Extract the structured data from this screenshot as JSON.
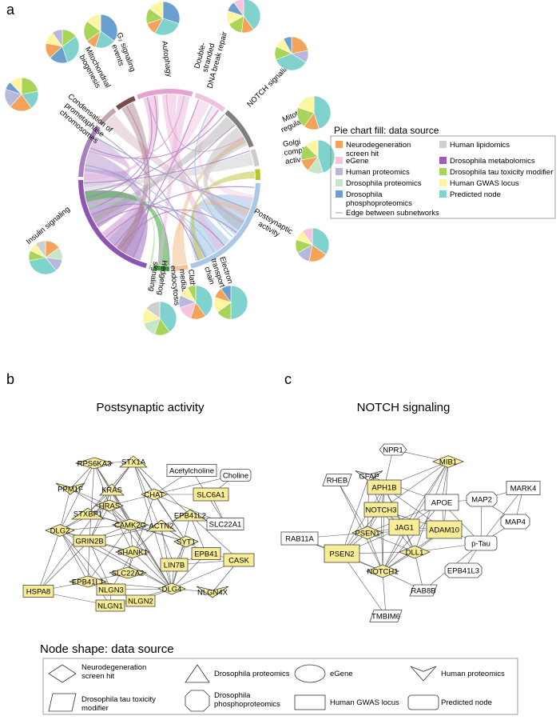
{
  "panel_labels": {
    "a": "a",
    "b": "b",
    "c": "c"
  },
  "colors": {
    "neuro": "#f3a45a",
    "egene": "#f7c4dd",
    "hprot": "#b8b7dc",
    "dprot": "#c7e6c9",
    "dphos": "#6b9fcf",
    "lipid": "#cfcfcf",
    "metab": "#a05cb6",
    "tau": "#a8d45a",
    "gwas": "#fdf5a0",
    "pred": "#7fd3cc",
    "edge": "#c9b8df",
    "node_fill": "#f7ec98"
  },
  "panel_a": {
    "segments": [
      {
        "label": "Insulin signaling",
        "start": 195,
        "end": 270,
        "color": "#8e55b0"
      },
      {
        "label": "Condensation of prometaphase chromosomes",
        "start": 272,
        "end": 307,
        "color": "#a97fc0"
      },
      {
        "label": "Mitochondrial biogenesis",
        "start": 309,
        "end": 322,
        "color": "#c5a4b2"
      },
      {
        "label": "G₂ signaling events",
        "start": 324,
        "end": 337,
        "color": "#7d4a4a"
      },
      {
        "label": "Autophagy",
        "start": 339,
        "end": 375,
        "color": "#e4a1d2"
      },
      {
        "label": "Double-stranded DNA break repair",
        "start": 377,
        "end": 398,
        "color": "#f0c2e0"
      },
      {
        "label": "NOTCH signaling",
        "start": 400,
        "end": 428,
        "color": "#7f7f7f"
      },
      {
        "label": "Mitotic regulation",
        "start": 430,
        "end": 441,
        "color": "#cccccc"
      },
      {
        "label": "Golgi complex activity",
        "start": 443,
        "end": 450,
        "color": "#bcc22a"
      },
      {
        "label": "Postsynaptic activity",
        "start": 452,
        "end": 526,
        "color": "#a8c8e6"
      },
      {
        "label": "Electron transport chain",
        "start": 528,
        "end": 538,
        "color": "#f4c494"
      },
      {
        "label": "Clathrin-mediated endocytosis",
        "start": 540,
        "end": 550,
        "color": "#3a9a3a"
      },
      {
        "label": "Hedgehog signaling",
        "start": 552,
        "end": 553,
        "color": "#98d070"
      }
    ],
    "segment_labels": [
      {
        "key": "insulin",
        "lines": [
          "Insulin signaling"
        ]
      },
      {
        "key": "condensation",
        "lines": [
          "Condensation of",
          "prometaphase",
          "chromosomes"
        ]
      },
      {
        "key": "mito",
        "lines": [
          "Mitochondrial",
          "biogenesis"
        ]
      },
      {
        "key": "g2",
        "lines": [
          "G₂ signaling",
          "events"
        ]
      },
      {
        "key": "autophagy",
        "lines": [
          "Autophagy"
        ]
      },
      {
        "key": "dsb",
        "lines": [
          "Double-",
          "stranded",
          "DNA break repair"
        ]
      },
      {
        "key": "notch",
        "lines": [
          "NOTCH signaling"
        ]
      },
      {
        "key": "mitotic",
        "lines": [
          "Mitotic",
          "regulation"
        ]
      },
      {
        "key": "golgi",
        "lines": [
          "Golgi",
          "complex",
          "activity"
        ]
      },
      {
        "key": "postsyn",
        "lines": [
          "Postsynaptic",
          "activity"
        ]
      },
      {
        "key": "etc",
        "lines": [
          "Electron",
          "transport",
          "chain"
        ]
      },
      {
        "key": "clathrin",
        "lines": [
          "Clathrin-",
          "mediated",
          "endocytosis"
        ]
      },
      {
        "key": "hedgehog",
        "lines": [
          "Hedgehog",
          "signaling"
        ]
      }
    ],
    "pies": [
      {
        "key": "insulin",
        "slices": [
          [
            "neuro",
            0.15
          ],
          [
            "dprot",
            0.12
          ],
          [
            "hprot",
            0.12
          ],
          [
            "pred",
            0.33
          ],
          [
            "tau",
            0.1
          ],
          [
            "gwas",
            0.08
          ],
          [
            "lipid",
            0.1
          ]
        ]
      },
      {
        "key": "condensation",
        "slices": [
          [
            "tau",
            0.22
          ],
          [
            "pred",
            0.18
          ],
          [
            "neuro",
            0.22
          ],
          [
            "hprot",
            0.18
          ],
          [
            "dphos",
            0.08
          ],
          [
            "gwas",
            0.12
          ]
        ]
      },
      {
        "key": "mito",
        "slices": [
          [
            "tau",
            0.15
          ],
          [
            "pred",
            0.3
          ],
          [
            "dphos",
            0.18
          ],
          [
            "neuro",
            0.15
          ],
          [
            "gwas",
            0.12
          ],
          [
            "hprot",
            0.1
          ]
        ]
      },
      {
        "key": "g2",
        "slices": [
          [
            "dphos",
            0.35
          ],
          [
            "pred",
            0.2
          ],
          [
            "neuro",
            0.1
          ],
          [
            "tau",
            0.2
          ],
          [
            "gwas",
            0.15
          ]
        ]
      },
      {
        "key": "autophagy",
        "slices": [
          [
            "dphos",
            0.3
          ],
          [
            "pred",
            0.28
          ],
          [
            "neuro",
            0.12
          ],
          [
            "tau",
            0.15
          ],
          [
            "gwas",
            0.15
          ]
        ]
      },
      {
        "key": "dsb",
        "slices": [
          [
            "pred",
            0.4
          ],
          [
            "neuro",
            0.12
          ],
          [
            "tau",
            0.15
          ],
          [
            "gwas",
            0.13
          ],
          [
            "dphos",
            0.1
          ],
          [
            "egene",
            0.1
          ]
        ]
      },
      {
        "key": "notch",
        "slices": [
          [
            "neuro",
            0.22
          ],
          [
            "hprot",
            0.12
          ],
          [
            "pred",
            0.35
          ],
          [
            "tau",
            0.13
          ],
          [
            "gwas",
            0.1
          ],
          [
            "dphos",
            0.08
          ]
        ]
      },
      {
        "key": "mitotic",
        "slices": [
          [
            "pred",
            0.45
          ],
          [
            "neuro",
            0.15
          ],
          [
            "tau",
            0.2
          ],
          [
            "gwas",
            0.2
          ]
        ]
      },
      {
        "key": "golgi",
        "slices": [
          [
            "pred",
            0.45
          ],
          [
            "dprot",
            0.15
          ],
          [
            "neuro",
            0.12
          ],
          [
            "tau",
            0.15
          ],
          [
            "gwas",
            0.13
          ]
        ]
      },
      {
        "key": "postsyn",
        "slices": [
          [
            "pred",
            0.35
          ],
          [
            "neuro",
            0.18
          ],
          [
            "hprot",
            0.14
          ],
          [
            "tau",
            0.13
          ],
          [
            "gwas",
            0.1
          ],
          [
            "egene",
            0.1
          ]
        ]
      },
      {
        "key": "etc",
        "slices": [
          [
            "pred",
            0.5
          ],
          [
            "tau",
            0.15
          ],
          [
            "gwas",
            0.15
          ],
          [
            "neuro",
            0.1
          ],
          [
            "dphos",
            0.1
          ]
        ]
      },
      {
        "key": "clathrin",
        "slices": [
          [
            "pred",
            0.4
          ],
          [
            "neuro",
            0.15
          ],
          [
            "egene",
            0.15
          ],
          [
            "hprot",
            0.12
          ],
          [
            "gwas",
            0.1
          ],
          [
            "tau",
            0.08
          ]
        ]
      },
      {
        "key": "hedgehog",
        "slices": [
          [
            "pred",
            0.4
          ],
          [
            "tau",
            0.15
          ],
          [
            "dprot",
            0.15
          ],
          [
            "gwas",
            0.15
          ],
          [
            "lipid",
            0.15
          ]
        ]
      }
    ],
    "legend": {
      "title": "Pie chart fill: data source",
      "items": [
        {
          "color": "neuro",
          "lines": [
            "Neurodegeneration",
            "screen hit"
          ]
        },
        {
          "color": "lipid",
          "lines": [
            "Human lipidomics"
          ]
        },
        {
          "color": "egene",
          "lines": [
            "eGene"
          ]
        },
        {
          "color": "metab",
          "lines": [
            "Drosophila metabolomics"
          ]
        },
        {
          "color": "hprot",
          "lines": [
            "Human proteomics"
          ]
        },
        {
          "color": "tau",
          "lines": [
            "Drosophila tau toxicity modifier"
          ]
        },
        {
          "color": "dprot",
          "lines": [
            "Drosophila proteomics"
          ]
        },
        {
          "color": "gwas",
          "lines": [
            "Human GWAS locus"
          ]
        },
        {
          "color": "dphos",
          "lines": [
            "Drosophila",
            "phosphoproteomics"
          ]
        },
        {
          "color": "pred",
          "lines": [
            "Predicted node"
          ]
        },
        {
          "color": "edge_line",
          "lines": [
            "Edge between subnetworks"
          ]
        }
      ]
    }
  },
  "panel_b": {
    "title": "Postsynaptic activity",
    "nodes": [
      {
        "label": "RPS6KA3",
        "shape": "diamond",
        "fill": true
      },
      {
        "label": "STX1A",
        "shape": "triangle",
        "fill": true
      },
      {
        "label": "Acetylcholine",
        "shape": "rect",
        "fill": false
      },
      {
        "label": "Choline",
        "shape": "roundrect",
        "fill": false
      },
      {
        "label": "PPM1F",
        "shape": "vtri",
        "fill": true
      },
      {
        "label": "KRAS",
        "shape": "triangle",
        "fill": true
      },
      {
        "label": "CHAT",
        "shape": "diamond",
        "fill": true
      },
      {
        "label": "SLC6A1",
        "shape": "rect",
        "fill": true
      },
      {
        "label": "STXBP1",
        "shape": "triangle",
        "fill": true
      },
      {
        "label": "HRAS",
        "shape": "diamond",
        "fill": true
      },
      {
        "label": "EPB41L2",
        "shape": "triangle",
        "fill": true
      },
      {
        "label": "SLC22A1",
        "shape": "rect",
        "fill": false
      },
      {
        "label": "DLG2",
        "shape": "diamond",
        "fill": true
      },
      {
        "label": "CAMK2G",
        "shape": "diamond",
        "fill": true
      },
      {
        "label": "ACTN2",
        "shape": "triangle",
        "fill": true
      },
      {
        "label": "GRIN2B",
        "shape": "rect",
        "fill": true
      },
      {
        "label": "SYT1",
        "shape": "diamond",
        "fill": true
      },
      {
        "label": "SHANK1",
        "shape": "diamond",
        "fill": true
      },
      {
        "label": "EPB41",
        "shape": "rect",
        "fill": true
      },
      {
        "label": "LIN7B",
        "shape": "rect",
        "fill": true
      },
      {
        "label": "CASK",
        "shape": "rect",
        "fill": true
      },
      {
        "label": "SLC22A2",
        "shape": "diamond",
        "fill": true
      },
      {
        "label": "EPB41L1",
        "shape": "diamond",
        "fill": true
      },
      {
        "label": "NLGN3",
        "shape": "rect",
        "fill": true
      },
      {
        "label": "DLG4",
        "shape": "diamond",
        "fill": true
      },
      {
        "label": "NLGN4X",
        "shape": "vtri",
        "fill": true
      },
      {
        "label": "HSPA8",
        "shape": "rect",
        "fill": true
      },
      {
        "label": "NLGN2",
        "shape": "rect",
        "fill": true
      },
      {
        "label": "NLGN1",
        "shape": "rect",
        "fill": true
      }
    ]
  },
  "panel_c": {
    "title": "NOTCH signaling",
    "nodes": [
      {
        "label": "NPR1",
        "shape": "hexagon",
        "fill": false
      },
      {
        "label": "MIB1",
        "shape": "diamond",
        "fill": true
      },
      {
        "label": "RHEB",
        "shape": "parallelogram",
        "fill": false
      },
      {
        "label": "GFAP",
        "shape": "vtri",
        "fill": false
      },
      {
        "label": "APH1B",
        "shape": "rect",
        "fill": true
      },
      {
        "label": "APOE",
        "shape": "rect",
        "fill": false
      },
      {
        "label": "MAP2",
        "shape": "octagon",
        "fill": false
      },
      {
        "label": "MARK4",
        "shape": "rect",
        "fill": false
      },
      {
        "label": "NOTCH3",
        "shape": "rect",
        "fill": true
      },
      {
        "label": "MAP4",
        "shape": "octagon",
        "fill": false
      },
      {
        "label": "RAB11A",
        "shape": "rect",
        "fill": false
      },
      {
        "label": "PSEN1",
        "shape": "diamond",
        "fill": true
      },
      {
        "label": "JAG1",
        "shape": "rect",
        "fill": true
      },
      {
        "label": "ADAM10",
        "shape": "rect",
        "fill": true
      },
      {
        "label": "p-Tau",
        "shape": "roundrect",
        "fill": false
      },
      {
        "label": "PSEN2",
        "shape": "rect",
        "fill": true
      },
      {
        "label": "DLL1",
        "shape": "diamond",
        "fill": true
      },
      {
        "label": "NOTCH1",
        "shape": "diamond",
        "fill": true
      },
      {
        "label": "EPB41L3",
        "shape": "octagon",
        "fill": false
      },
      {
        "label": "RAB8B",
        "shape": "parallelogram",
        "fill": false
      },
      {
        "label": "TMBIM6",
        "shape": "parallelogram",
        "fill": false
      }
    ]
  },
  "shape_legend": {
    "title": "Node shape: data source",
    "items": [
      {
        "shape": "diamond",
        "lines": [
          "Neurodegeneration",
          "screen hit"
        ]
      },
      {
        "shape": "triangle",
        "lines": [
          "Drosophila proteomics"
        ]
      },
      {
        "shape": "ellipse",
        "lines": [
          "eGene"
        ]
      },
      {
        "shape": "vtri",
        "lines": [
          "Human proteomics"
        ]
      },
      {
        "shape": "parallelogram",
        "lines": [
          "Drosophila tau toxicity",
          "modifier"
        ]
      },
      {
        "shape": "octagon",
        "lines": [
          "Drosophila",
          "phosphoproteomics"
        ]
      },
      {
        "shape": "rect",
        "lines": [
          "Human GWAS locus"
        ]
      },
      {
        "shape": "roundrect",
        "lines": [
          "Predicted node"
        ]
      }
    ]
  }
}
